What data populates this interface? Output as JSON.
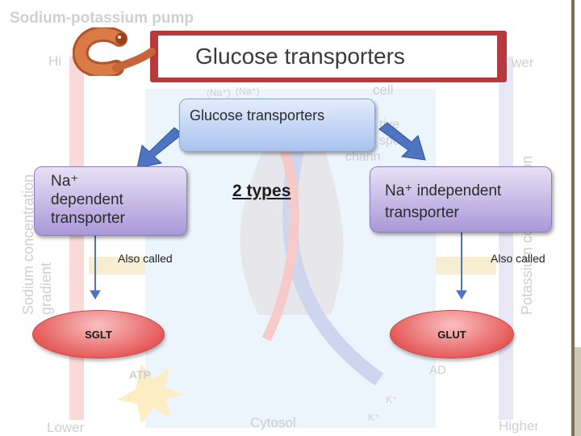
{
  "background": {
    "title": "Sodium-potassium pump",
    "fragments": {
      "higher_left": "Hi",
      "lower_right": "wer",
      "na_badge_1": "(Na⁺)",
      "na_badge_2": "(Na⁺)",
      "cell": "cell",
      "active": "tive",
      "transport": "spor",
      "channel": "chann",
      "sodium_gradient": "Sodium concentration gradient",
      "potassium_gradient": "Potassium concentration gradient",
      "atp": "ATP",
      "adp": "AD",
      "k_badge_1": "K⁺",
      "k_badge_2": "K⁺",
      "lower_left": "Lower",
      "cytosol": "Cytosol",
      "higher_right": "Higher"
    }
  },
  "banner": {
    "title": "Glucose transporters"
  },
  "diagram": {
    "root": "Glucose transporters",
    "types_label": "2 types",
    "left": {
      "label": "Na⁺\ndependent\ntransporter",
      "also_called": "Also called",
      "result": "SGLT"
    },
    "right": {
      "label": "Na⁺ independent\ntransporter",
      "also_called": "Also called",
      "result": "GLUT"
    }
  },
  "colors": {
    "banner": "#b5393d",
    "root_box": "#a9c3ef",
    "type_box": "#a998d8",
    "oval": "#e55656",
    "arrow": "#4d75c2"
  }
}
